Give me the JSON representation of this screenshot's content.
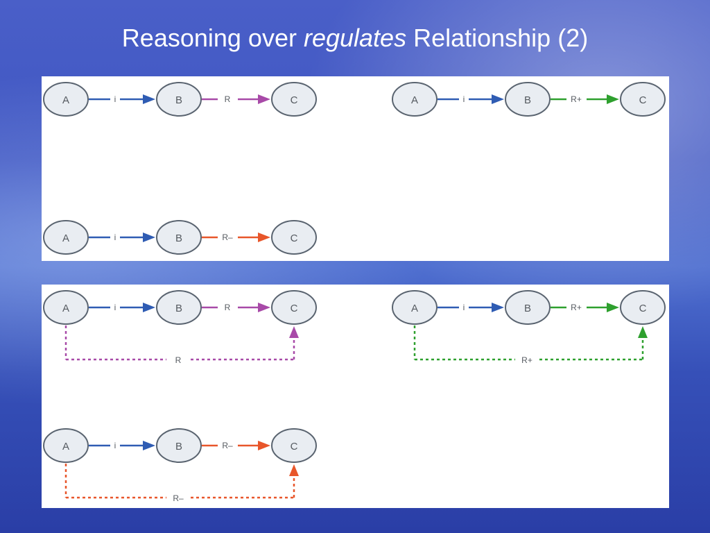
{
  "slide": {
    "title_part1": "Reasoning over ",
    "title_italic": "regulates",
    "title_part2": " Relationship (2)"
  },
  "colors": {
    "is_a": "#2f5cb3",
    "regulates": "#a84aa8",
    "positively_regulates": "#2ea02e",
    "negatively_regulates": "#e8562a",
    "node_fill": "#e9edf2",
    "node_stroke": "#5a6470"
  },
  "diagrams": [
    {
      "id": "top-regulates",
      "nodes": [
        "A",
        "B",
        "C"
      ],
      "edge1": "i",
      "edge2": "R",
      "color": "regulates",
      "inferred": null
    },
    {
      "id": "top-positive",
      "nodes": [
        "A",
        "B",
        "C"
      ],
      "edge1": "i",
      "edge2": "R+",
      "color": "positively_regulates",
      "inferred": null
    },
    {
      "id": "top-negative",
      "nodes": [
        "A",
        "B",
        "C"
      ],
      "edge1": "i",
      "edge2": "R–",
      "color": "negatively_regulates",
      "inferred": null
    },
    {
      "id": "bottom-regulates",
      "nodes": [
        "A",
        "B",
        "C"
      ],
      "edge1": "i",
      "edge2": "R",
      "color": "regulates",
      "inferred": "R"
    },
    {
      "id": "bottom-positive",
      "nodes": [
        "A",
        "B",
        "C"
      ],
      "edge1": "i",
      "edge2": "R+",
      "color": "positively_regulates",
      "inferred": "R+"
    },
    {
      "id": "bottom-negative",
      "nodes": [
        "A",
        "B",
        "C"
      ],
      "edge1": "i",
      "edge2": "R–",
      "color": "negatively_regulates",
      "inferred": "R–"
    }
  ]
}
